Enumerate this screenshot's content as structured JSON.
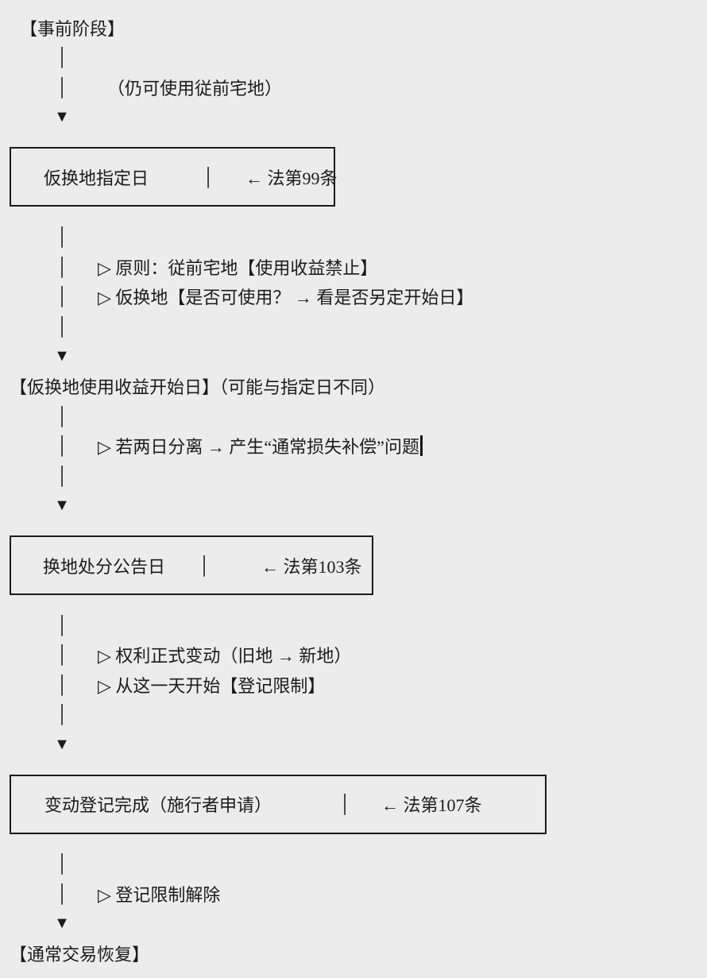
{
  "page": {
    "background": "#ececec",
    "text_color": "#1b1b1b"
  },
  "glyphs": {
    "vertical_bar": "│",
    "down_arrow": "▼"
  },
  "flow": {
    "stage_pre": "【事前阶段】",
    "pre_note": "（仍可使用従前宅地）",
    "box1": {
      "title": "仮换地指定日",
      "law_ref": "← 法第99条"
    },
    "box1_note1": "▷ 原则：従前宅地【使用收益禁止】",
    "box1_note2": "▷ 仮换地【是否可使用？ → 看是否另定开始日】",
    "stage_start": "【仮换地使用收益开始日】（可能与指定日不同）",
    "start_note": "▷ 若两日分离 → 产生“通常损失补偿”问题",
    "box2": {
      "title": "换地处分公告日",
      "law_ref": "← 法第103条"
    },
    "box2_note1": "▷ 权利正式变动（旧地 → 新地）",
    "box2_note2": "▷ 从这一天开始【登记限制】",
    "box3": {
      "title": "变动登记完成（施行者申请）",
      "law_ref": "← 法第107条"
    },
    "box3_note": "▷ 登记限制解除",
    "stage_end": "【通常交易恢复】"
  }
}
